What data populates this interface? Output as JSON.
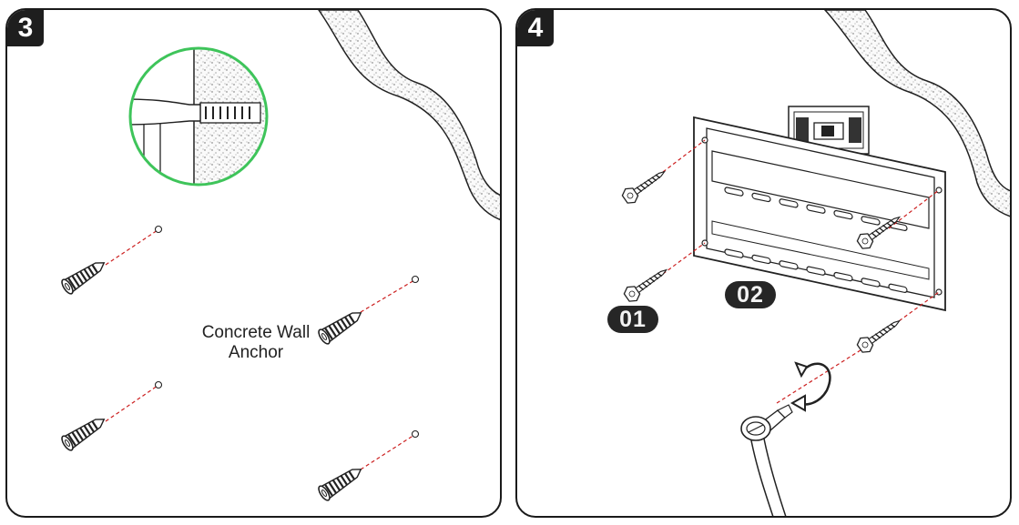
{
  "steps": [
    {
      "number": "3",
      "anchor_label": [
        "Concrete Wall",
        "Anchor"
      ]
    },
    {
      "number": "4",
      "part_labels": [
        "01",
        "02"
      ]
    }
  ],
  "colors": {
    "outline": "#1a1a1a",
    "detail_circle": "#3ec45a",
    "guide_line": "#cc1f1f",
    "badge": "#1e1e1e"
  },
  "icons": [
    "concrete-wall-icon",
    "wall-anchor-icon",
    "lag-bolt-icon",
    "mounting-bracket-icon",
    "bubble-level-icon",
    "socket-wrench-icon",
    "rotate-arrow-icon"
  ]
}
